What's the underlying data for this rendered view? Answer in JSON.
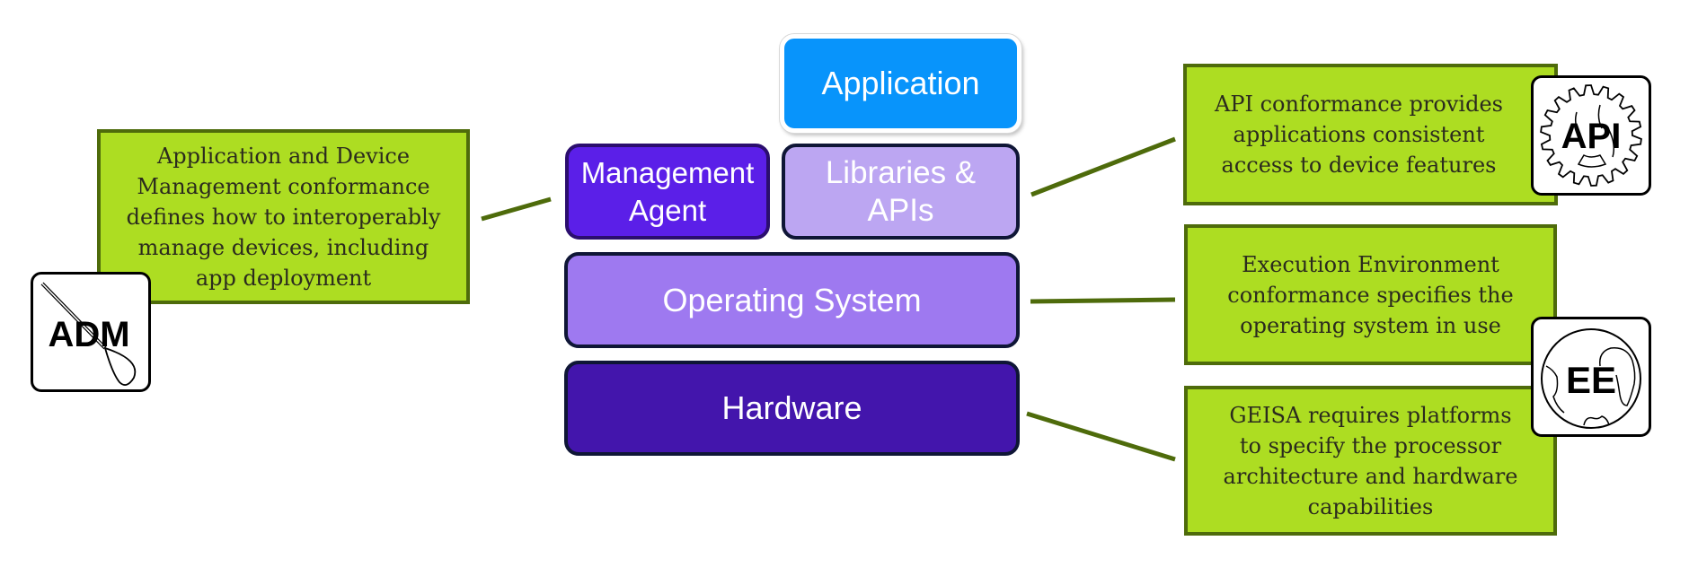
{
  "stack": {
    "application": "Application",
    "management_agent": [
      "Management",
      "Agent"
    ],
    "libraries": [
      "Libraries &",
      "APIs"
    ],
    "operating_system": "Operating System",
    "hardware": "Hardware"
  },
  "notes": {
    "adm": [
      "Application and Device",
      "Management conformance",
      "defines how to interoperably",
      "manage devices, including",
      "app deployment"
    ],
    "api": [
      "API conformance provides",
      "applications consistent",
      "access to device features"
    ],
    "ee": [
      "Execution Environment",
      "conformance specifies the",
      "operating system in use"
    ],
    "geisa": [
      "GEISA requires platforms",
      "to specify the processor",
      "architecture and hardware",
      "capabilities"
    ]
  },
  "badges": {
    "adm": {
      "label": "ADM",
      "icon": "baton-icon"
    },
    "api": {
      "label": "API",
      "icon": "gear-icon"
    },
    "ee": {
      "label": "EE",
      "icon": "globe-icon"
    }
  },
  "colors": {
    "application": "#0894fb",
    "management_agent": "#5b1fe8",
    "libraries": "#bca6f2",
    "operating_system": "#9e79f0",
    "hardware": "#4315ac",
    "note_fill": "#addd22",
    "note_border": "#4e6b0b"
  }
}
